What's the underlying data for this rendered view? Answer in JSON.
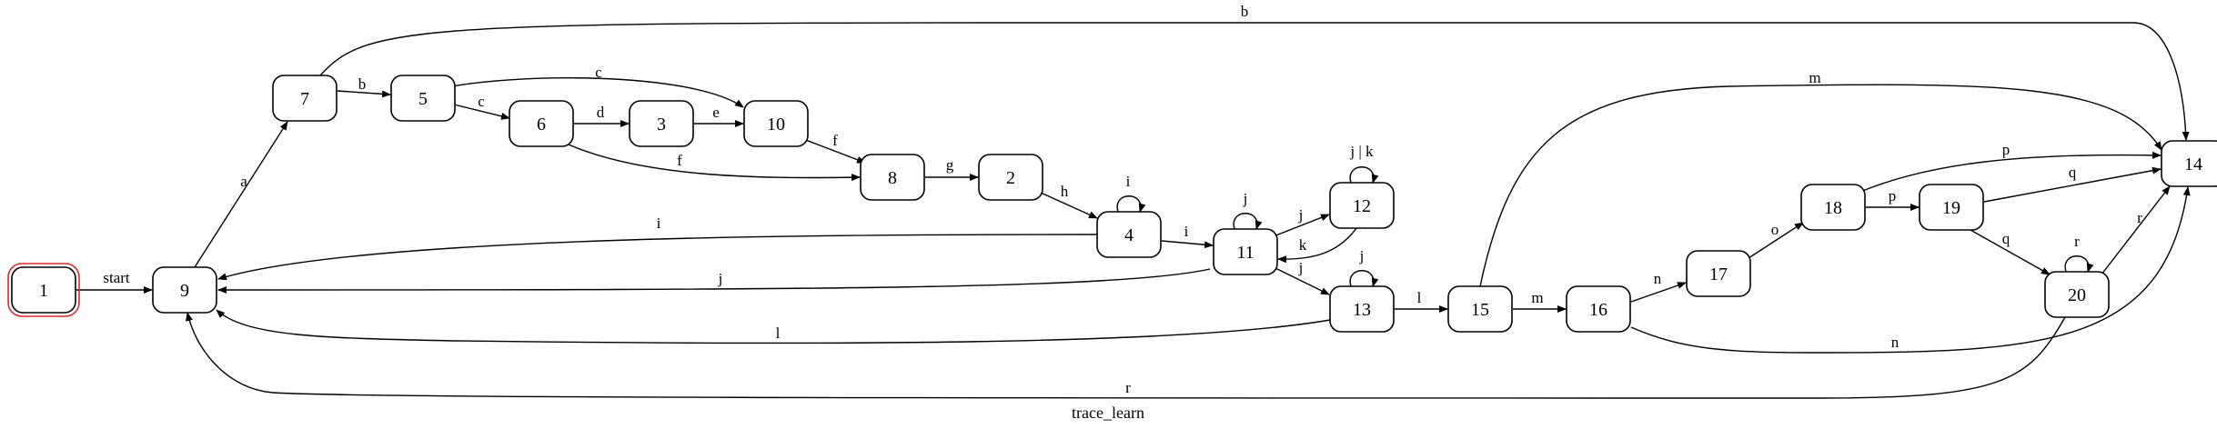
{
  "graph": {
    "title": "trace_learn",
    "colors": {
      "start_fill": "#ee9a80",
      "start_stroke": "#dd2a2a",
      "line": "#000000",
      "node_fill": "#ffffff"
    },
    "nodes": [
      {
        "id": "1",
        "label": "1",
        "start": true
      },
      {
        "id": "9",
        "label": "9"
      },
      {
        "id": "7",
        "label": "7"
      },
      {
        "id": "5",
        "label": "5"
      },
      {
        "id": "6",
        "label": "6"
      },
      {
        "id": "3",
        "label": "3"
      },
      {
        "id": "10",
        "label": "10"
      },
      {
        "id": "8",
        "label": "8"
      },
      {
        "id": "2",
        "label": "2"
      },
      {
        "id": "4",
        "label": "4"
      },
      {
        "id": "11",
        "label": "11"
      },
      {
        "id": "12",
        "label": "12"
      },
      {
        "id": "13",
        "label": "13"
      },
      {
        "id": "15",
        "label": "15"
      },
      {
        "id": "16",
        "label": "16"
      },
      {
        "id": "17",
        "label": "17"
      },
      {
        "id": "18",
        "label": "18"
      },
      {
        "id": "19",
        "label": "19"
      },
      {
        "id": "20",
        "label": "20"
      },
      {
        "id": "14",
        "label": "14"
      }
    ],
    "edges": [
      {
        "from": "1",
        "to": "9",
        "label": "start"
      },
      {
        "from": "9",
        "to": "7",
        "label": "a"
      },
      {
        "from": "7",
        "to": "5",
        "label": "b"
      },
      {
        "from": "7",
        "to": "14",
        "label": "b"
      },
      {
        "from": "5",
        "to": "10",
        "label": "c"
      },
      {
        "from": "5",
        "to": "6",
        "label": "c"
      },
      {
        "from": "6",
        "to": "3",
        "label": "d"
      },
      {
        "from": "3",
        "to": "10",
        "label": "e"
      },
      {
        "from": "6",
        "to": "8",
        "label": "f"
      },
      {
        "from": "10",
        "to": "8",
        "label": "f"
      },
      {
        "from": "8",
        "to": "2",
        "label": "g"
      },
      {
        "from": "2",
        "to": "4",
        "label": "h"
      },
      {
        "from": "4",
        "to": "4",
        "label": "i"
      },
      {
        "from": "4",
        "to": "9",
        "label": "i"
      },
      {
        "from": "4",
        "to": "11",
        "label": "i"
      },
      {
        "from": "11",
        "to": "11",
        "label": "j"
      },
      {
        "from": "11",
        "to": "12",
        "label": "j"
      },
      {
        "from": "12",
        "to": "12",
        "label": "j | k"
      },
      {
        "from": "12",
        "to": "11",
        "label": "k"
      },
      {
        "from": "11",
        "to": "9",
        "label": "j"
      },
      {
        "from": "11",
        "to": "13",
        "label": "j"
      },
      {
        "from": "13",
        "to": "13",
        "label": "j"
      },
      {
        "from": "13",
        "to": "9",
        "label": "l"
      },
      {
        "from": "13",
        "to": "15",
        "label": "l"
      },
      {
        "from": "15",
        "to": "14",
        "label": "m"
      },
      {
        "from": "15",
        "to": "16",
        "label": "m"
      },
      {
        "from": "16",
        "to": "17",
        "label": "n"
      },
      {
        "from": "16",
        "to": "14",
        "label": "n"
      },
      {
        "from": "17",
        "to": "18",
        "label": "o"
      },
      {
        "from": "18",
        "to": "14",
        "label": "p"
      },
      {
        "from": "18",
        "to": "19",
        "label": "p"
      },
      {
        "from": "19",
        "to": "14",
        "label": "q"
      },
      {
        "from": "19",
        "to": "20",
        "label": "q"
      },
      {
        "from": "20",
        "to": "20",
        "label": "r"
      },
      {
        "from": "20",
        "to": "14",
        "label": "r"
      },
      {
        "from": "20",
        "to": "9",
        "label": "r"
      }
    ]
  }
}
